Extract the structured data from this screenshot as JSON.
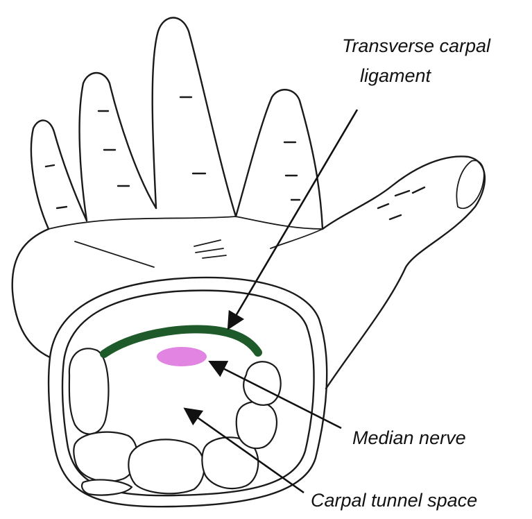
{
  "labels": {
    "ligament_line1": "Transverse carpal",
    "ligament_line2": "ligament",
    "median_nerve": "Median nerve",
    "tunnel_space": "Carpal tunnel space"
  },
  "colors": {
    "ligament": "#1f5a2a",
    "nerve": "#e07be0",
    "ink": "#1a1a1a"
  }
}
